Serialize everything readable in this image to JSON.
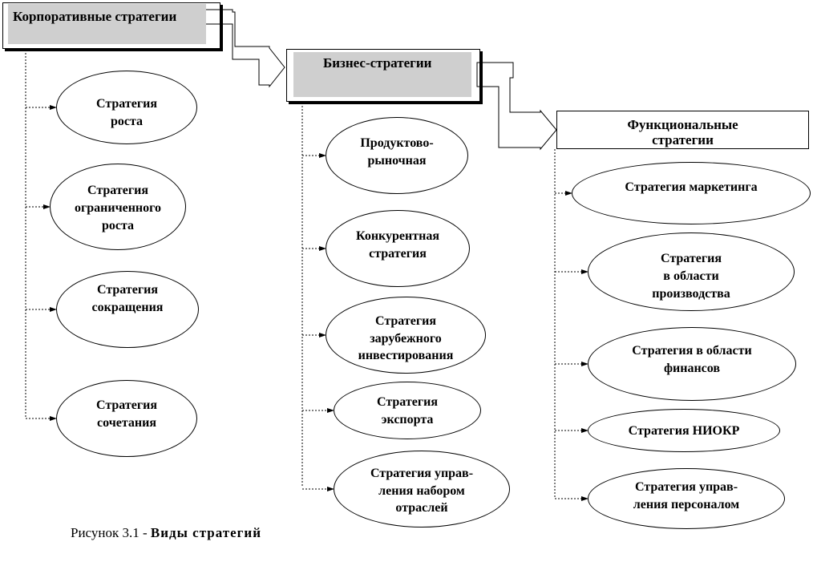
{
  "headers": {
    "corporate": "Корпоративные стратегии",
    "business": "Бизнес-стратегии",
    "functional": [
      "Функциональные",
      "стратегии"
    ]
  },
  "corporate_items": [
    [
      "Стратегия",
      "роста"
    ],
    [
      "Стратегия",
      "ограниченного",
      "роста"
    ],
    [
      "Стратегия",
      "сокращения"
    ],
    [
      "Стратегия",
      "сочетания"
    ]
  ],
  "business_items": [
    [
      "Продуктово-",
      "рыночная"
    ],
    [
      "Конкурентная",
      "стратегия"
    ],
    [
      "Стратегия",
      "зарубежного",
      "инвестирования"
    ],
    [
      "Стратегия",
      "экспорта"
    ],
    [
      "Стратегия управ-",
      "ления  набором",
      "отраслей"
    ]
  ],
  "functional_items": [
    [
      "Стратегия  маркетинга"
    ],
    [
      "Стратегия",
      "в области",
      "производства"
    ],
    [
      "Стратегия в области",
      "финансов"
    ],
    [
      "Стратегия НИОКР"
    ],
    [
      "Стратегия управ-",
      "ления персоналом"
    ]
  ],
  "caption": {
    "prefix": "Рисунок 3.1 - ",
    "title": "Виды  стратегий"
  }
}
